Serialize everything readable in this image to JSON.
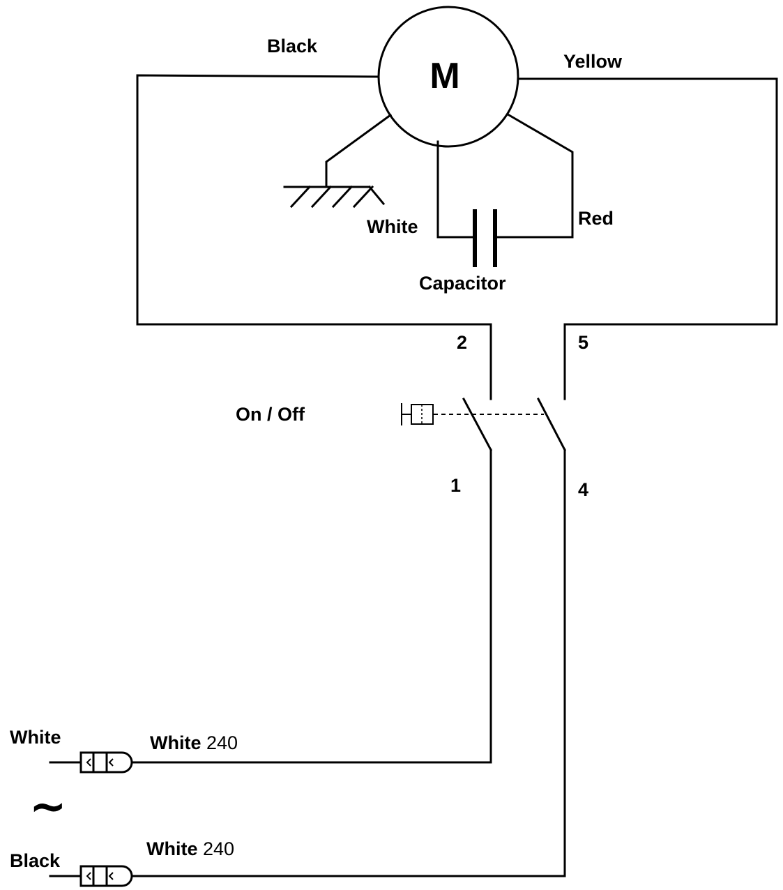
{
  "motor": {
    "symbol": "M"
  },
  "wires": {
    "black": "Black",
    "yellow": "Yellow",
    "white": "White",
    "red": "Red"
  },
  "capacitor": {
    "label": "Capacitor"
  },
  "switch": {
    "label": "On / Off",
    "terminals": {
      "t1": "1",
      "t2": "2",
      "t4": "4",
      "t5": "5"
    }
  },
  "supply": {
    "plug_white_label": "White",
    "plug_black_label": "Black",
    "ac_symbol": "~",
    "line1_color": "White",
    "line1_voltage": "240",
    "line2_color": "White",
    "line2_voltage": "240"
  }
}
